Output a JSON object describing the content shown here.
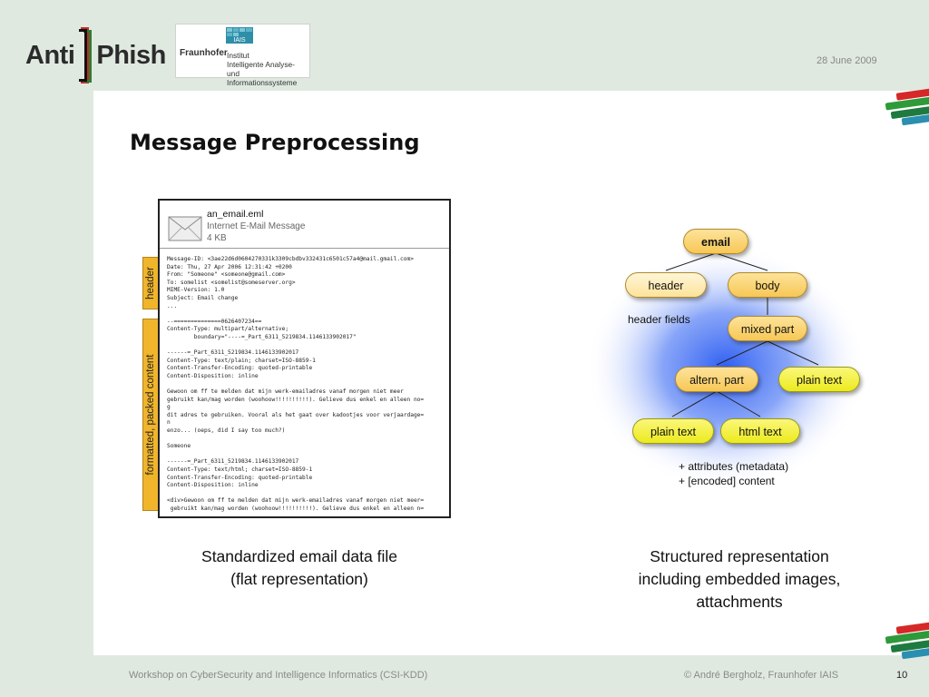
{
  "header": {
    "logo_left": "Anti",
    "logo_right": "Phish",
    "partner_name": "Fraunhofer",
    "partner_badge": "IAIS",
    "partner_lines": [
      "Institut",
      "Intelligente Analyse- und",
      "Informationssysteme"
    ],
    "date": "28 June 2009"
  },
  "slide": {
    "title": "Message Preprocessing"
  },
  "email_file": {
    "filename": "an_email.eml",
    "filetype": "Internet E-Mail Message",
    "filesize": "4 KB",
    "raw_lines": [
      "Message-ID: <3ae22d6d0604270331k3309cbdbv332431c6501c57a4@mail.gmail.com>",
      "Date: Thu, 27 Apr 2006 12:31:42 +0200",
      "From: \"Someone\" <someone@gmail.com>",
      "To: somelist <somelist@someserver.org>",
      "MIME-Version: 1.0",
      "Subject: Email change",
      "...",
      "",
      "--==============0626407234==",
      "Content-Type: multipart/alternative;",
      "        boundary=\"----=_Part_6311_5219834.1146133902017\"",
      "",
      "------=_Part_6311_5219834.1146133902017",
      "Content-Type: text/plain; charset=ISO-8859-1",
      "Content-Transfer-Encoding: quoted-printable",
      "Content-Disposition: inline",
      "",
      "Gewoon om ff te melden dat mijn werk-emailadres vanaf morgen niet meer",
      "gebruikt kan/mag worden (woohoow!!!!!!!!!!). Gelieve dus enkel en alleen no=",
      "g",
      "dit adres te gebruiken. Vooral als het gaat over kadootjes voor verjaardage=",
      "n",
      "enzo... (oeps, did I say too much?)",
      "",
      "Someone",
      "",
      "------=_Part_6311_5219834.1146133902017",
      "Content-Type: text/html; charset=ISO-8859-1",
      "Content-Transfer-Encoding: quoted-printable",
      "Content-Disposition: inline",
      "",
      "<div>Gewoon om ff te melden dat mijn werk-emailadres vanaf morgen niet meer=",
      " gebruikt kan/mag worden (woohoow!!!!!!!!!!). Gelieve dus enkel en alleen n="
    ]
  },
  "side_labels": {
    "header": "header",
    "content": "formatted, packed content"
  },
  "tree": {
    "root": "email",
    "header": "header",
    "body": "body",
    "header_fields": "header fields",
    "mixed_part": "mixed part",
    "altern_part": "altern. part",
    "plain_text_1": "plain text",
    "plain_text_2": "plain text",
    "html_text": "html text",
    "attributes": "+ attributes (metadata)",
    "content": "+ [encoded] content"
  },
  "captions": {
    "left_line1": "Standardized email data file",
    "left_line2": "(flat representation)",
    "right_line1": "Structured representation",
    "right_line2": "including embedded images,",
    "right_line3": "attachments"
  },
  "footer": {
    "workshop": "Workshop on CyberSecurity and Intelligence Informatics (CSI-KDD)",
    "copyright": "© André Bergholz, Fraunhofer IAIS",
    "page": "10"
  },
  "colors": {
    "background": "#dfe9e0",
    "label_orange": "#f0b52b",
    "node_orange": "#f7c755",
    "node_yellow": "#ecea1e",
    "glow_blue": "#3b6cf5"
  }
}
